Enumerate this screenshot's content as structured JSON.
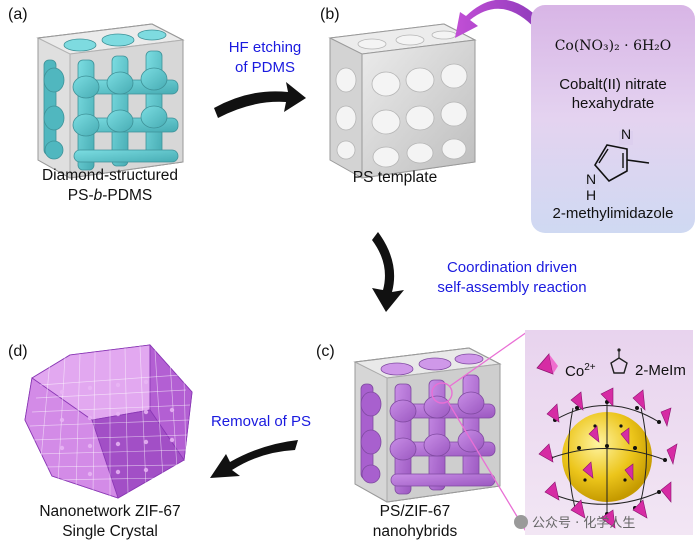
{
  "labels": {
    "a": "(a)",
    "b": "(b)",
    "c": "(c)",
    "d": "(d)"
  },
  "captions": {
    "a_line1": "Diamond-structured",
    "a_line2_pre": "PS-",
    "a_line2_italic": "b",
    "a_line2_post": "-PDMS",
    "b": "PS template",
    "c_line1": "PS/ZIF-67",
    "c_line2": "nanohybrids",
    "d_line1": "Nanonetwork ZIF-67",
    "d_line2": "Single Crystal"
  },
  "arrows": {
    "etch_line1": "HF etching",
    "etch_line2": "of PDMS",
    "coord_line1": "Coordination driven",
    "coord_line2": "self-assembly reaction",
    "removal": "Removal of PS"
  },
  "reagents": {
    "formula": "Co(NO₃)₂ · 6H₂O",
    "cobalt_line1": "Cobalt(II) nitrate",
    "cobalt_line2": "hexahydrate",
    "imidazole": "2-methylimidazole",
    "atom_n": "N",
    "atom_nh": "N",
    "atom_h": "H"
  },
  "legend": {
    "co_label": "Co",
    "co_charge": "2+",
    "meim_label": "2-MeIm"
  },
  "watermark": "公众号 · 化学人生",
  "colors": {
    "teal": "#2fb7c0",
    "purple": "#a64fd0",
    "magenta": "#d62ca4",
    "gold": "#e6c21c",
    "blue_text": "#1a1adf",
    "gray": "#a9a9a9"
  }
}
